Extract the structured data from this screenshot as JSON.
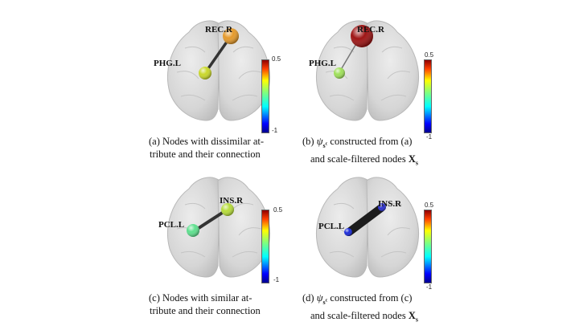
{
  "panels": [
    {
      "id": "a",
      "nodes": [
        {
          "label": "REC.R",
          "color": "#e59a2c"
        },
        {
          "label": "PHG.L",
          "color": "#c9d72a"
        }
      ],
      "colorbar": {
        "max": "0.5",
        "min": "-1"
      },
      "caption_line1": "(a) Nodes with dissimilar at-",
      "caption_line2": "tribute and their connection"
    },
    {
      "id": "b",
      "nodes": [
        {
          "label": "REC.R",
          "color": "#9e1414"
        },
        {
          "label": "PHG.L",
          "color": "#9fe05a"
        }
      ],
      "colorbar": {
        "max": "0.5",
        "min": "-1"
      },
      "caption_line1_prefix": "(b) ",
      "caption_psi": "ψ",
      "caption_sub": "s",
      "caption_sup": "c",
      "caption_line1_suffix": " constructed from (a)",
      "caption_line2_prefix": "and scale-filtered nodes ",
      "caption_X": "X",
      "caption_Xsub": "s"
    },
    {
      "id": "c",
      "nodes": [
        {
          "label": "INS.R",
          "color": "#b6dc3b"
        },
        {
          "label": "PCL.L",
          "color": "#5ee08e"
        }
      ],
      "colorbar": {
        "max": "0.5",
        "min": "-1"
      },
      "caption_line1": "(c) Nodes with similar at-",
      "caption_line2": "tribute and their connection"
    },
    {
      "id": "d",
      "nodes": [
        {
          "label": "INS.R",
          "color": "#2a2fd0"
        },
        {
          "label": "PCL.L",
          "color": "#1a2ad8"
        }
      ],
      "colorbar": {
        "max": "0.5",
        "min": "-1"
      },
      "caption_line1_prefix": "(d) ",
      "caption_psi": "ψ",
      "caption_sub": "s",
      "caption_sup": "c",
      "caption_line1_suffix": " constructed from (c)",
      "caption_line2_prefix": "and scale-filtered nodes ",
      "caption_X": "X",
      "caption_Xsub": "s"
    }
  ]
}
